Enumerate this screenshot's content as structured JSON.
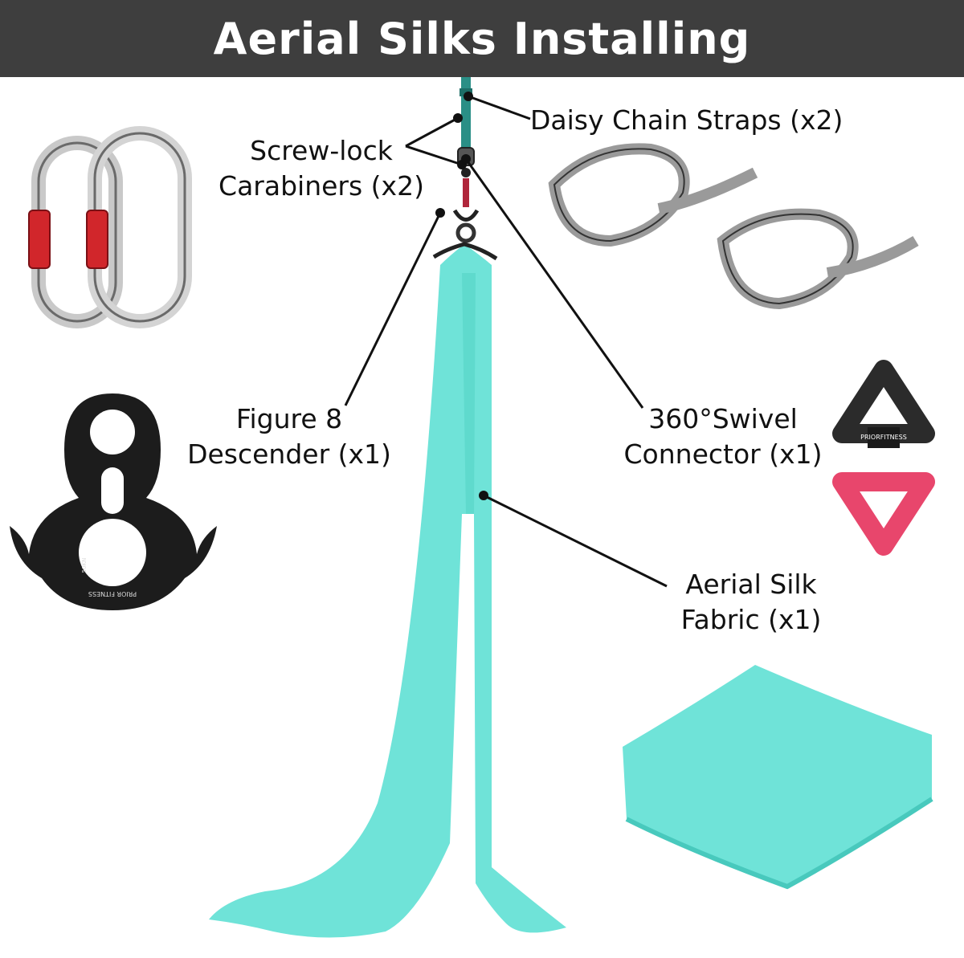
{
  "header": {
    "title": "Aerial Silks Installing",
    "background": "#3e3e3e"
  },
  "labels": {
    "daisy_chain": "Daisy Chain Straps (x2)",
    "screw_lock_line1": "Screw-lock",
    "screw_lock_line2": "Carabiners (x2)",
    "figure8_line1": "Figure 8",
    "figure8_line2": "Descender (x1)",
    "swivel_line1": "360°Swivel",
    "swivel_line2": "Connector (x1)",
    "silk_line1": "Aerial Silk",
    "silk_line2": "Fabric (x1)"
  },
  "printed_marks": {
    "swivel_brand": "PRIORFITNESS",
    "descender_brand": "PRIOR FITNESS",
    "descender_rating": "50KN"
  },
  "colors": {
    "silk": "#6fe3d8",
    "silk_shadow": "#48c9bd",
    "carabiner_lock": "#d1262b",
    "swivel_top": "#2b2b2b",
    "swivel_bottom": "#e8466c",
    "descender": "#1c1c1c",
    "strap": "#9a9a9a"
  },
  "icons": [
    "carabiner-pair-icon",
    "daisy-chain-strap-icon",
    "figure-8-descender-icon",
    "swivel-connector-icon",
    "folded-silk-icon",
    "hanging-silk-icon"
  ]
}
